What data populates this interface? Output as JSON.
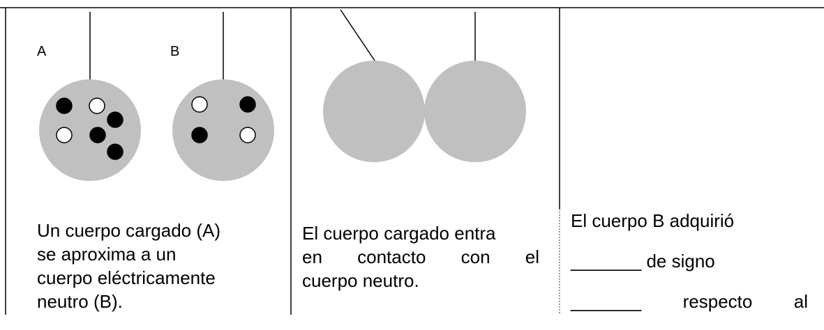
{
  "panel1": {
    "label_a": "A",
    "label_b": "B",
    "caption_lines": [
      "Un cuerpo cargado (A)",
      "se aproxima a un",
      "cuerpo eléctricamente",
      "neutro (B)."
    ]
  },
  "panel2": {
    "caption_lines": [
      "El cuerpo cargado entra",
      "en contacto con el",
      "cuerpo neutro."
    ]
  },
  "panel3": {
    "line1": "El cuerpo B adquirió",
    "blank1": "_______",
    "line2_rest": " de signo",
    "blank2": "_______",
    "line3_word1": "respecto",
    "line3_word2": "al"
  },
  "colors": {
    "sphere": "#c0c0c0",
    "positive_charge": "#ffffff",
    "negative_charge": "#000000",
    "line": "#000000"
  }
}
